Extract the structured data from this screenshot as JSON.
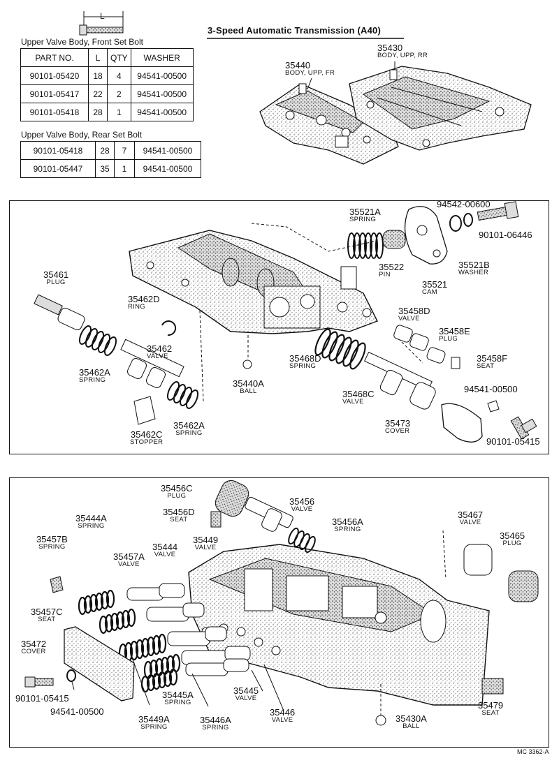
{
  "header": {
    "title": "3-Speed Automatic Transmission (A40)",
    "bolt_dim_label": "L"
  },
  "front_table": {
    "caption": "Upper Valve Body, Front Set Bolt",
    "headers": [
      "PART NO.",
      "L",
      "QTY",
      "WASHER"
    ],
    "rows": [
      [
        "90101-05420",
        "18",
        "4",
        "94541-00500"
      ],
      [
        "90101-05417",
        "22",
        "2",
        "94541-00500"
      ],
      [
        "90101-05418",
        "28",
        "1",
        "94541-00500"
      ]
    ]
  },
  "rear_table": {
    "caption": "Upper Valve Body, Rear Set Bolt",
    "rows": [
      [
        "90101-05418",
        "28",
        "7",
        "94541-00500"
      ],
      [
        "90101-05447",
        "35",
        "1",
        "94541-00500"
      ]
    ]
  },
  "top_labels": {
    "l35440": {
      "num": "35440",
      "sub": "BODY, UPP, FR"
    },
    "l35430": {
      "num": "35430",
      "sub": "BODY, UPP, RR"
    }
  },
  "mid_labels": {
    "l35521A": {
      "num": "35521A",
      "sub": "SPRING"
    },
    "l94542": {
      "num": "94542-00600",
      "sub": ""
    },
    "l90101_06446": {
      "num": "90101-06446",
      "sub": ""
    },
    "l35461": {
      "num": "35461",
      "sub": "PLUG"
    },
    "l35462D": {
      "num": "35462D",
      "sub": "RING"
    },
    "l35522": {
      "num": "35522",
      "sub": "PIN"
    },
    "l35521": {
      "num": "35521",
      "sub": "CAM"
    },
    "l35521B": {
      "num": "35521B",
      "sub": "WASHER"
    },
    "l35458D": {
      "num": "35458D",
      "sub": "VALVE"
    },
    "l35458E": {
      "num": "35458E",
      "sub": "PLUG"
    },
    "l35462": {
      "num": "35462",
      "sub": "VALVE"
    },
    "l35468D": {
      "num": "35468D",
      "sub": "SPRING"
    },
    "l35458F": {
      "num": "35458F",
      "sub": "SEAT"
    },
    "l35462A1": {
      "num": "35462A",
      "sub": "SPRING"
    },
    "l35440A": {
      "num": "35440A",
      "sub": "BALL"
    },
    "l35468C": {
      "num": "35468C",
      "sub": "VALVE"
    },
    "l94541_mid": {
      "num": "94541-00500",
      "sub": ""
    },
    "l35473": {
      "num": "35473",
      "sub": "COVER"
    },
    "l35462C": {
      "num": "35462C",
      "sub": "STOPPER"
    },
    "l35462A2": {
      "num": "35462A",
      "sub": "SPRING"
    },
    "l90101_05415_mid": {
      "num": "90101-05415",
      "sub": ""
    }
  },
  "bot_labels": {
    "l35456C": {
      "num": "35456C",
      "sub": "PLUG"
    },
    "l35456": {
      "num": "35456",
      "sub": "VALVE"
    },
    "l35456D": {
      "num": "35456D",
      "sub": "SEAT"
    },
    "l35444A": {
      "num": "35444A",
      "sub": "SPRING"
    },
    "l35456A": {
      "num": "35456A",
      "sub": "SPRING"
    },
    "l35467": {
      "num": "35467",
      "sub": "VALVE"
    },
    "l35465": {
      "num": "35465",
      "sub": "PLUG"
    },
    "l35457B": {
      "num": "35457B",
      "sub": "SPRING"
    },
    "l35449": {
      "num": "35449",
      "sub": "VALVE"
    },
    "l35444": {
      "num": "35444",
      "sub": "VALVE"
    },
    "l35457A": {
      "num": "35457A",
      "sub": "VALVE"
    },
    "l35457C": {
      "num": "35457C",
      "sub": "SEAT"
    },
    "l35472": {
      "num": "35472",
      "sub": "COVER"
    },
    "l90101_05415_bot": {
      "num": "90101-05415",
      "sub": ""
    },
    "l94541_bot": {
      "num": "94541-00500",
      "sub": ""
    },
    "l35445A": {
      "num": "35445A",
      "sub": "SPRING"
    },
    "l35445": {
      "num": "35445",
      "sub": "VALVE"
    },
    "l35446": {
      "num": "35446",
      "sub": "VALVE"
    },
    "l35449A": {
      "num": "35449A",
      "sub": "SPRING"
    },
    "l35446A": {
      "num": "35446A",
      "sub": "SPRING"
    },
    "l35430A": {
      "num": "35430A",
      "sub": "BALL"
    },
    "l35479": {
      "num": "35479",
      "sub": "SEAT"
    }
  },
  "footer": {
    "code": "MC 3362-A"
  }
}
